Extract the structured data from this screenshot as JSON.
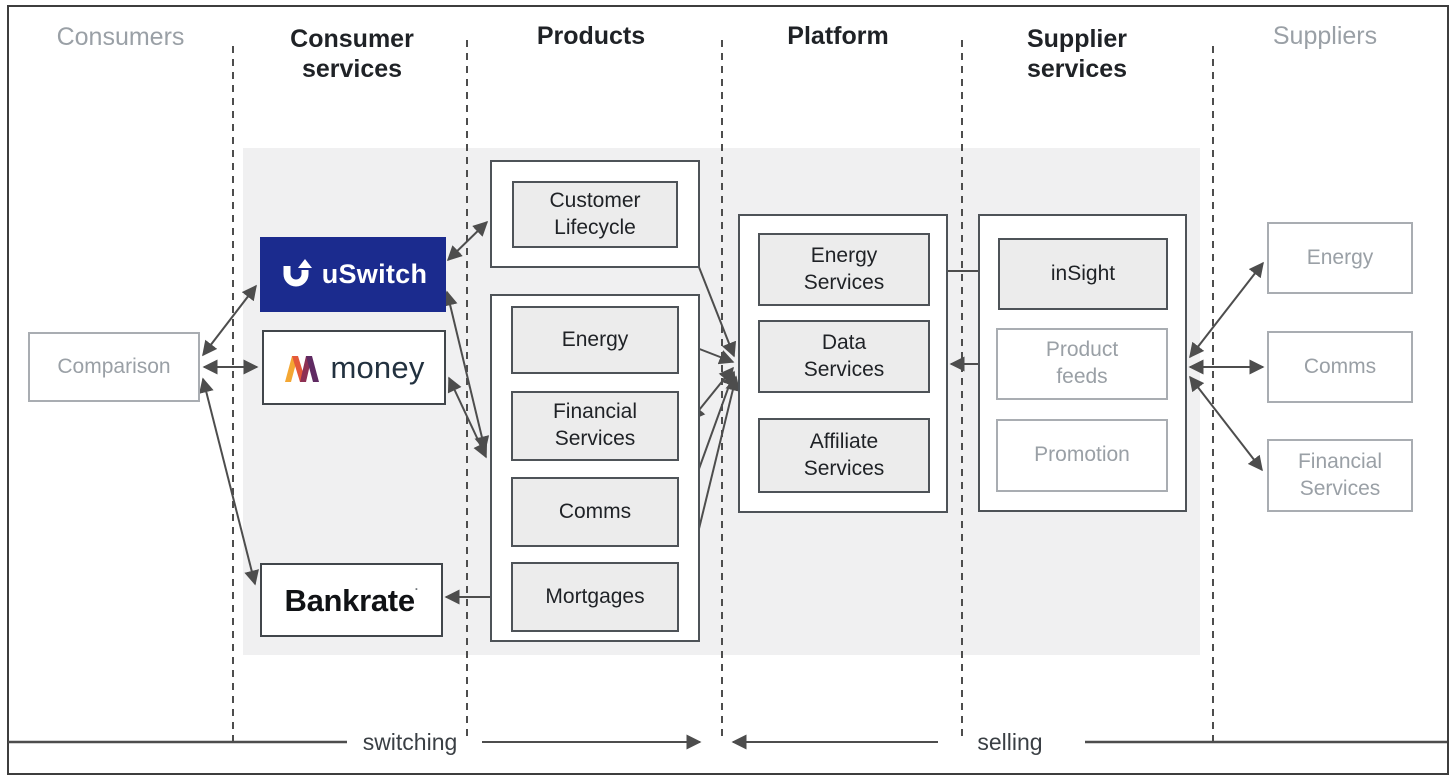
{
  "columns": [
    {
      "label": "Consumers",
      "muted": true
    },
    {
      "label": "Consumer services",
      "muted": false
    },
    {
      "label": "Products",
      "muted": false
    },
    {
      "label": "Platform",
      "muted": false
    },
    {
      "label": "Supplier services",
      "muted": false
    },
    {
      "label": "Suppliers",
      "muted": true
    }
  ],
  "consumer_column": {
    "comparison": "Comparison"
  },
  "brands": {
    "uswitch": {
      "label": "uSwitch"
    },
    "money": {
      "label": "money"
    },
    "bankrate": {
      "label": "Bankrate",
      "mark": "·"
    }
  },
  "products": {
    "customer_lifecycle": "Customer\nLifecycle",
    "energy": "Energy",
    "financial_services": "Financial\nServices",
    "comms": "Comms",
    "mortgages": "Mortgages"
  },
  "platform": {
    "energy_services": "Energy\nServices",
    "data_services": "Data\nServices",
    "affiliate_services": "Affiliate\nServices"
  },
  "supplier_services": {
    "insight": "inSight",
    "product_feeds": "Product\nfeeds",
    "promotion": "Promotion"
  },
  "suppliers": {
    "energy": "Energy",
    "comms": "Comms",
    "financial_services": "Financial\nServices"
  },
  "flow": {
    "switching": "switching",
    "selling": "selling"
  },
  "colors": {
    "uswitch_blue": "#1b2b8e",
    "money_dark": "#22313f",
    "panel_gray": "#f0f0f1",
    "arrow": "#4d4d4d",
    "muted": "#9aa0a6",
    "box_fill": "#ececec",
    "money_c1": "#f4a733",
    "money_c2": "#e4593a",
    "money_c3": "#8d3054",
    "money_c4": "#5f2a62"
  }
}
